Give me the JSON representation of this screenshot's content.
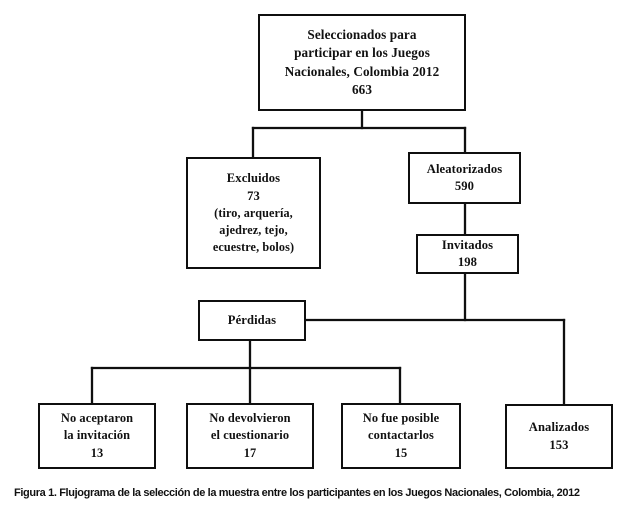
{
  "figure": {
    "caption": "Figura 1. Flujograma de la selección de la muestra entre los participantes en los Juegos Nacionales, Colombia, 2012",
    "line_color": "#0f0f0f",
    "background": "#ffffff",
    "text_color": "#111111"
  },
  "nodes": {
    "root": {
      "line1": "Seleccionados para",
      "line2": "participar en los Juegos",
      "line3": "Nacionales, Colombia 2012",
      "count": "663"
    },
    "excluded": {
      "label": "Excluidos",
      "count": "73",
      "detail1": "(tiro, arquería,",
      "detail2": "ajedrez, tejo,",
      "detail3": "ecuestre, bolos)"
    },
    "randomized": {
      "label": "Aleatorizados",
      "count": "590"
    },
    "invited": {
      "label": "Invitados",
      "count": "198"
    },
    "losses": {
      "label": "Pérdidas"
    },
    "not_accepted": {
      "line1": "No aceptaron",
      "line2": "la invitación",
      "count": "13"
    },
    "not_returned": {
      "line1": "No devolvieron",
      "line2": "el cuestionario",
      "count": "17"
    },
    "not_contacted": {
      "line1": "No fue posible",
      "line2": "contactarlos",
      "count": "15"
    },
    "analyzed": {
      "label": "Analizados",
      "count": "153"
    }
  },
  "chart_data": {
    "type": "diagram",
    "title": "Figura 1. Flujograma de la selección de la muestra entre los participantes en los Juegos Nacionales, Colombia, 2012",
    "nodes": [
      {
        "id": "root",
        "label": "Seleccionados para participar en los Juegos Nacionales, Colombia 2012",
        "value": 663
      },
      {
        "id": "excluded",
        "label": "Excluidos (tiro, arquería, ajedrez, tejo, ecuestre, bolos)",
        "value": 73
      },
      {
        "id": "randomized",
        "label": "Aleatorizados",
        "value": 590
      },
      {
        "id": "invited",
        "label": "Invitados",
        "value": 198
      },
      {
        "id": "losses",
        "label": "Pérdidas",
        "value": null
      },
      {
        "id": "not_accepted",
        "label": "No aceptaron la invitación",
        "value": 13
      },
      {
        "id": "not_returned",
        "label": "No devolvieron el cuestionario",
        "value": 17
      },
      {
        "id": "not_contacted",
        "label": "No fue posible contactarlos",
        "value": 15
      },
      {
        "id": "analyzed",
        "label": "Analizados",
        "value": 153
      }
    ],
    "edges": [
      {
        "from": "root",
        "to": "excluded"
      },
      {
        "from": "root",
        "to": "randomized"
      },
      {
        "from": "randomized",
        "to": "invited"
      },
      {
        "from": "invited",
        "to": "losses"
      },
      {
        "from": "invited",
        "to": "analyzed"
      },
      {
        "from": "losses",
        "to": "not_accepted"
      },
      {
        "from": "losses",
        "to": "not_returned"
      },
      {
        "from": "losses",
        "to": "not_contacted"
      }
    ]
  }
}
